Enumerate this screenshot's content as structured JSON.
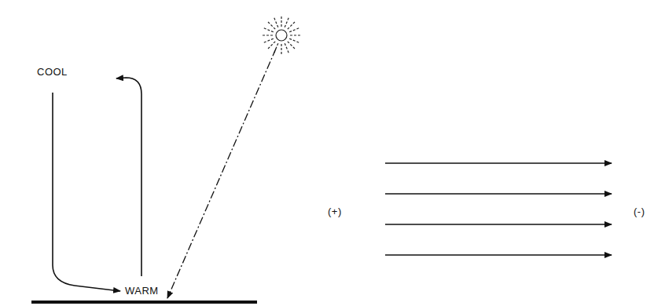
{
  "diagram": {
    "labels": [
      "COOL",
      "WARM",
      "(+)",
      "(-)"
    ]
  }
}
